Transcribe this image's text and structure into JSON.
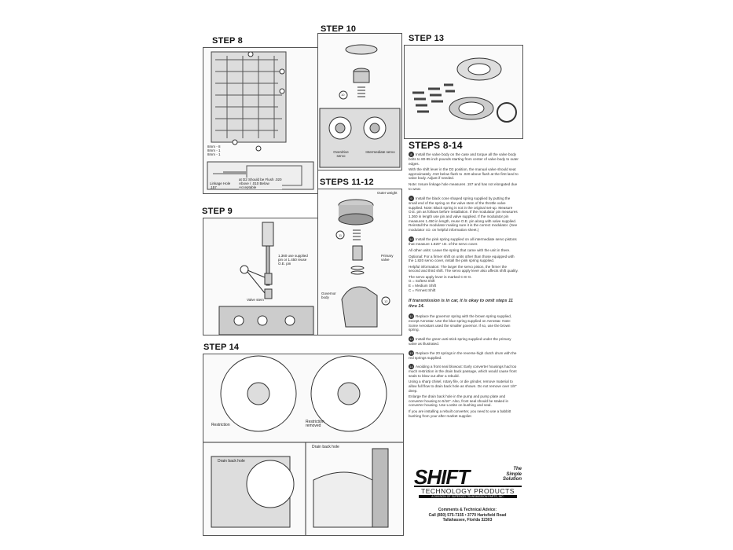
{
  "steps": {
    "s8": "STEP 8",
    "s9": "STEP 9",
    "s10": "STEP 10",
    "s11_12": "STEPS 11-12",
    "s13": "STEP 13",
    "s14": "STEP 14",
    "s8_14": "STEPS 8-14"
  },
  "step8": {
    "legend": [
      "8mm - 8",
      "8mm - 1",
      "8mm - 1"
    ],
    "linkage": "Linkage Hole .157",
    "flush": "at D2 Should be Flush .020 Above / .010 Below Acceptable"
  },
  "step9": {
    "pin_note": "1.360 use supplied pin or 1.450 reuse O.E. pin",
    "valve_stem": "Valve stem"
  },
  "step10": {
    "num": "10",
    "overdrive": "Overdrive servo",
    "intermediate": "Intermediate servo"
  },
  "step11_12": {
    "outer_weight": "Outer weight",
    "num11": "11",
    "primary": "Primary valve",
    "governor": "Governor body",
    "num12": "12"
  },
  "step14": {
    "restriction": "Restriction",
    "removed": "Restriction removed",
    "drain1": "Drain back hole",
    "drain2": "Drain back hole"
  },
  "instructions": {
    "i8": "Install the valve body on the case and torque all the valve body bolts to 80-95 inch pounds starting from center of valve body to outer edges.",
    "i8b": "With the shift lever in the D2 position, the manual valve should seat approximately .010 below flush to .020 above flush at the first land to valve body. Adjust if needed.",
    "i8c": "Note: Insure linkage hole measures .157 and has not elongated due to wear.",
    "i9": "Install the black cone shaped spring supplied by putting the small end of the spring on the valve stem of the throttle valve supplied. Note: Black spring is not in the original set-up. Measure O.E. pin as follows before installation. If the modulator pin measures 1.360 in length use pin and valve supplied. If the modulator pin measures 1.450 in length, reuse O.E. pin along with valve supplied. Reinstall the modulator making sure it is the correct modulator. (See modulator I.D. on helpful information sheet.)",
    "i10": "Install the pink spring supplied on all intermediate servo pistons that measure 1.820\" I.D. of the servo cover.",
    "i10b": "All other units: Leave the spring that came with the unit in there.",
    "i10c": "Optional: For a firmer shift on units other than those equipped with the 1.820 servo cover, install the pink spring supplied.",
    "i10d": "Helpful information: The larger the servo piston, the firmer the second and third shift. The servo apply lever also affects shift quality.",
    "i10e": "The servo apply lever is marked C-E-G.",
    "i10f": "G = Softest Shift",
    "i10g": "E = Medium Shift",
    "i10h": "C = Firmest Shift",
    "omit": "If transmission is in car, it is okay to omit steps 11 thru 14.",
    "i11": "Replace the governor spring with the brown spring supplied, except Aerostar. Use the blue spring supplied on Aerostar. Note: Some Aerostars used the smaller governor. If so, use the brown spring.",
    "i12": "Install the green anti-stick spring supplied under the primary valve as illustrated.",
    "i13": "Replace the 20 springs in the reverse-high clutch drum with the red springs supplied.",
    "i14": "Avoiding a front seal blowout: Early converter housings had too much restriction in the drain back passage, which would cause front seals to blow out after a rebuild.",
    "i14b": "Using a sharp chisel, rotary file, or die grinder, remove material to allow full flow to drain back hole as shown. Do not remove over 1/8\" deep.",
    "i14c": "Enlarge the drain back hole in the pump and pump plate and converter housing to 5/16\". Also, front seal should be staked in converter housing. Use Loctite on bushing and seal.",
    "i14d": "If you are installing a rebuilt converter, you need to use a babbitt bushing from your after market supplier.",
    "nums": [
      "8",
      "9",
      "10",
      "11",
      "12",
      "13",
      "14"
    ]
  },
  "logo": {
    "shift": "SHIFT",
    "tagline": "The Simple Solution",
    "tech": "TECHNOLOGY PRODUCTS",
    "division": "A DIVISION OF SUPERIOR TRANSMISSION PARTS, INC."
  },
  "contact": {
    "line1": "Comments & Technical Advice:",
    "line2": "Call (850) 575-7155 • 3770 Hartsfield Road",
    "line3": "Tallahassee, Florida 32303"
  }
}
